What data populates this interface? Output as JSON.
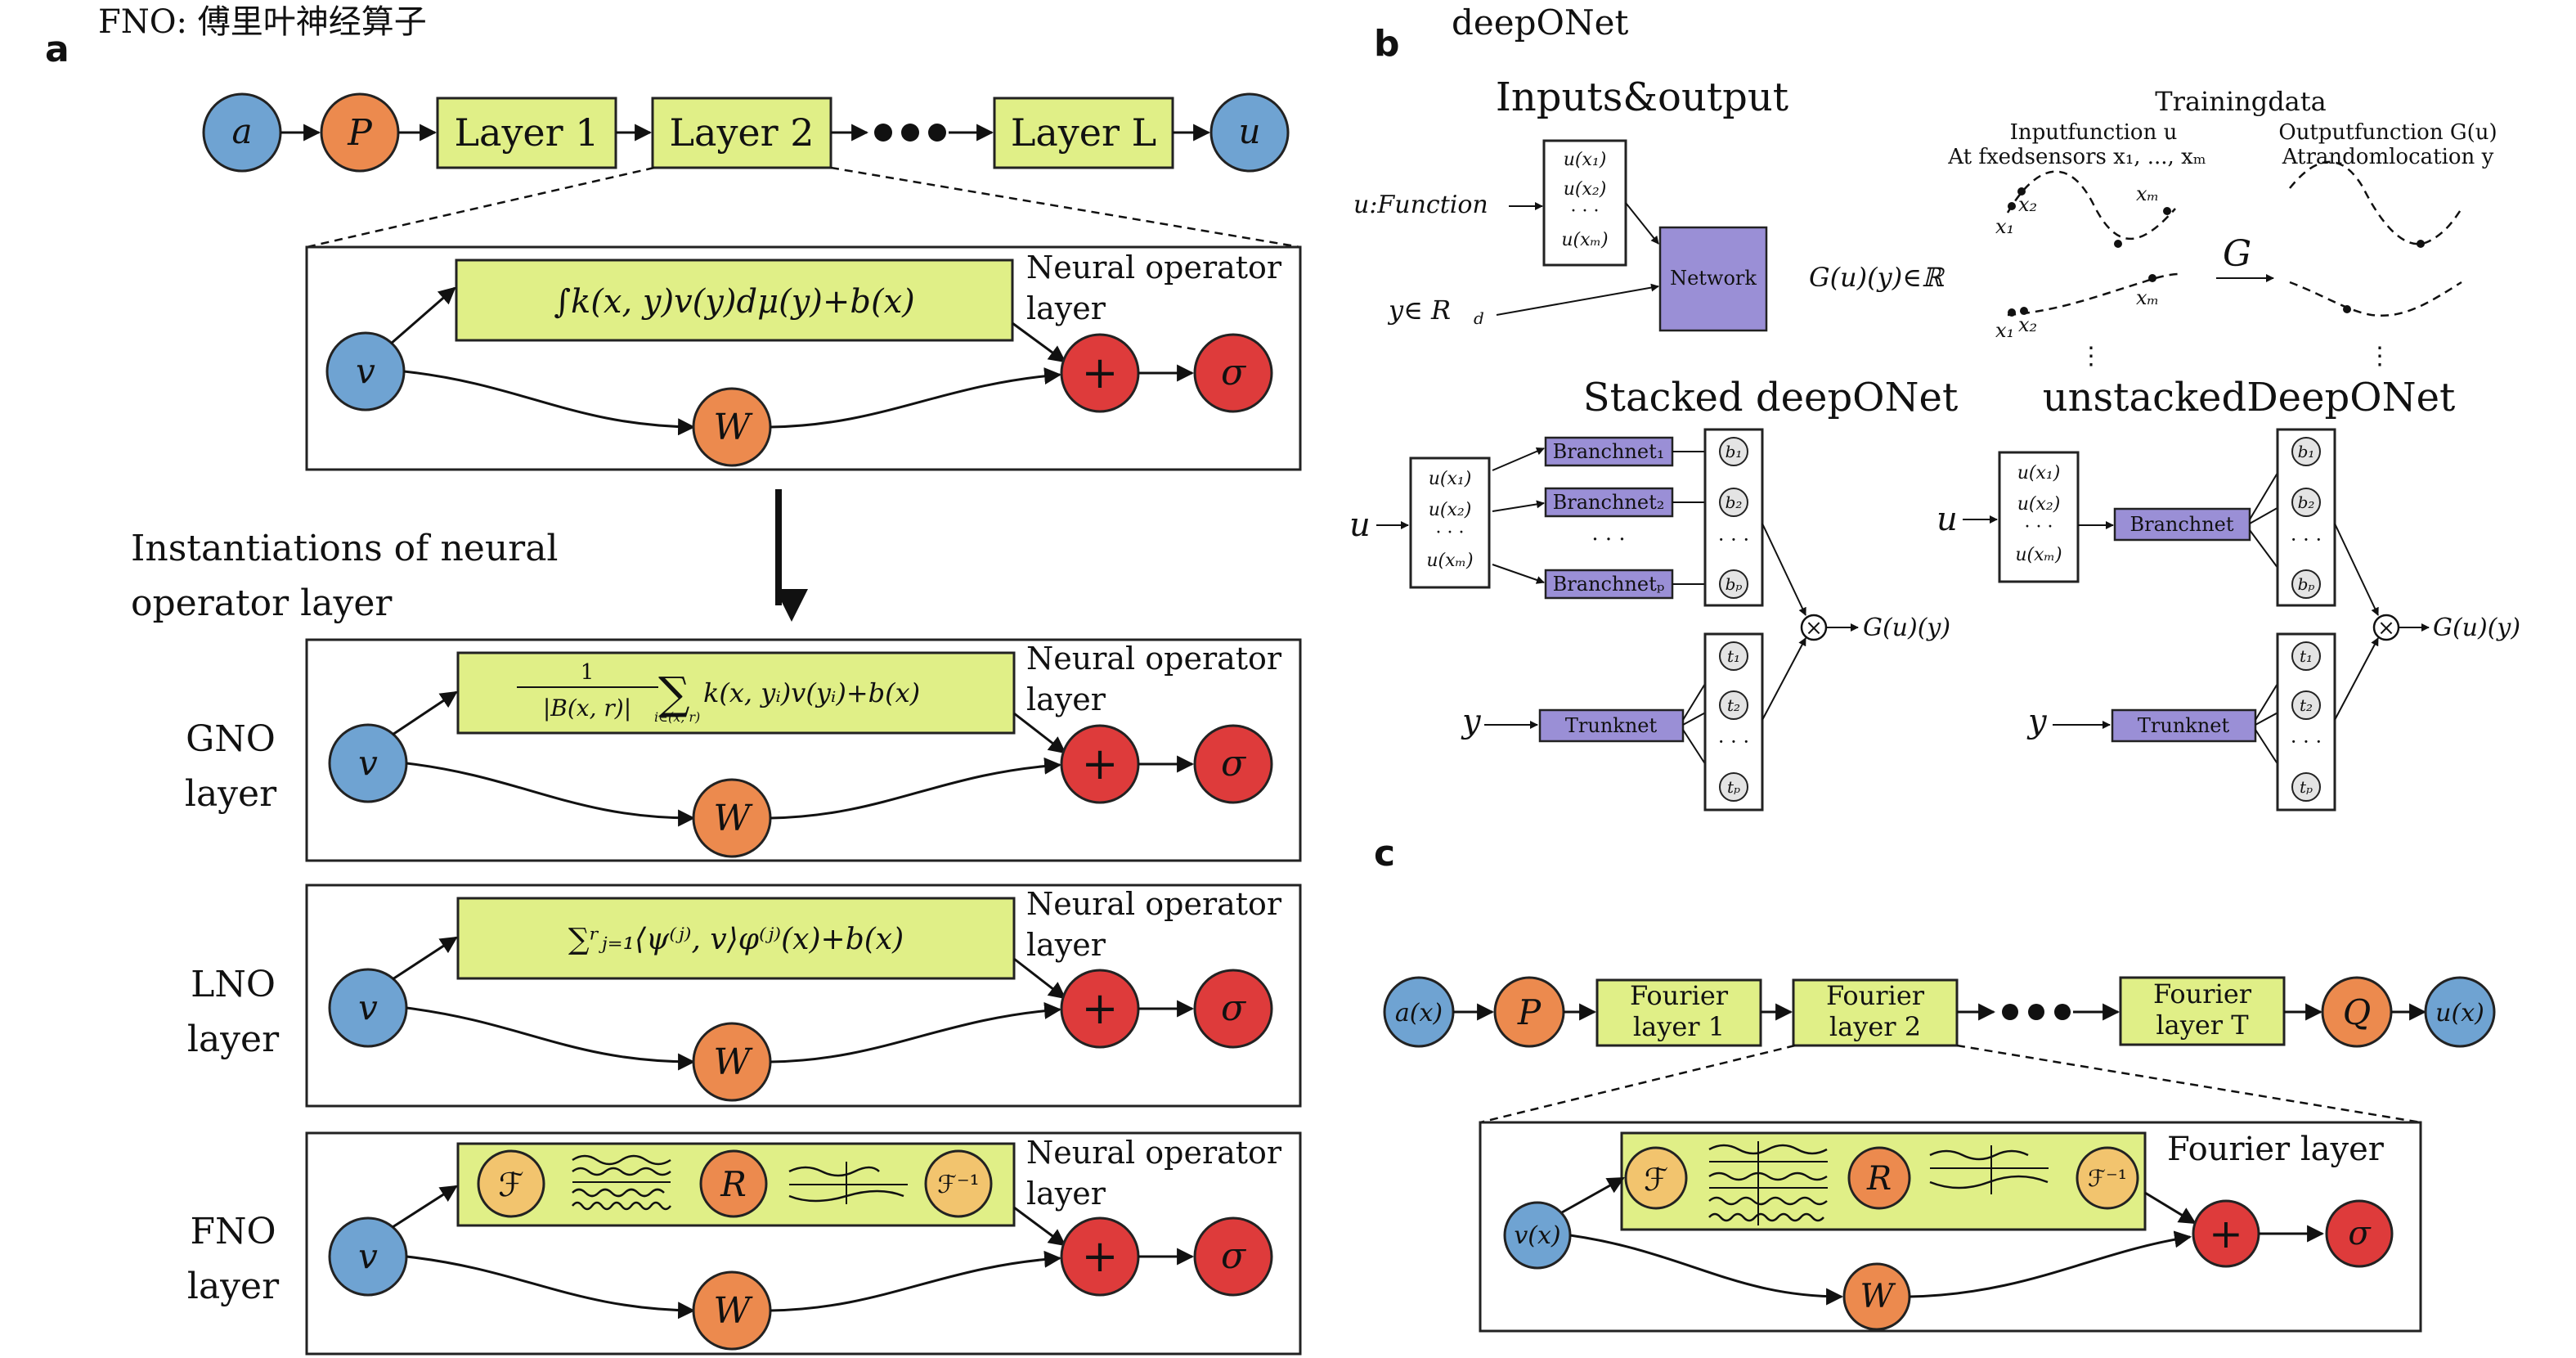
{
  "panel_a": {
    "letter": "a",
    "title": "FNO: 傅里叶神经算子",
    "chain": [
      "a",
      "P",
      "Layer 1",
      "Layer 2",
      "•••",
      "Layer L",
      "u"
    ],
    "top_layer": {
      "formula": "∫k(x, y)v(y)dμ(y)+b(x)",
      "label_line1": "Neural operator",
      "label_line2": "layer",
      "v": "v",
      "w": "W",
      "plus": "+",
      "sigma": "σ"
    },
    "instantiations_line1": "Instantiations of neural",
    "instantiations_line2": "operator layer",
    "gno": {
      "name_line1": "GNO",
      "name_line2": "layer",
      "frac_num": "1",
      "frac_den": "|B(x, r)|",
      "sum_sub": "i∈(x, r)",
      "formula_rest": "k(x, yᵢ)v(yᵢ)+b(x)",
      "label_line1": "Neural operator",
      "label_line2": "layer"
    },
    "lno": {
      "name_line1": "LNO",
      "name_line2": "layer",
      "formula": "∑ʳⱼ₌₁⟨ψ⁽ʲ⁾, v⟩φ⁽ʲ⁾(x)+b(x)",
      "label_line1": "Neural operator",
      "label_line2": "layer"
    },
    "fno": {
      "name_line1": "FNO",
      "name_line2": "layer",
      "f": "ℱ",
      "r": "R",
      "finv": "ℱ⁻¹",
      "label_line1": "Neural operator",
      "label_line2": "layer"
    }
  },
  "panel_b": {
    "letter": "b",
    "title": "deepONet",
    "io_title": "Inputs&output",
    "u_function": "u:Function",
    "y_in": "y∈ R",
    "y_sub": "d",
    "sensors": [
      "u(x₁)",
      "u(x₂)",
      "· · ·",
      "u(xₘ)"
    ],
    "network": "Network",
    "g_output": "G(u)(y)∈ℝ",
    "training_title": "Trainingdata",
    "input_function": "Inputfunction u",
    "at_sensors": "At fxedsensors x₁, ..., xₘ",
    "output_function": "Outputfunction G(u)",
    "random_location": "Atrandomlocation y",
    "g_op": "G",
    "x1": "x₁",
    "x2": "x₂",
    "xm": "xₘ",
    "dots_v": "⋮",
    "stacked_title": "Stacked deepONet",
    "unstacked_title": "unstackedDeepONet",
    "u": "u",
    "y": "y",
    "branch_stack": [
      "Branchnet₁",
      "Branchnet₂",
      "· · ·",
      "Branchnetₚ"
    ],
    "branch_single": "Branchnet",
    "trunk": "Trunknet",
    "b_nodes": [
      "b₁",
      "b₂",
      "· · ·",
      "bₚ"
    ],
    "t_nodes": [
      "t₁",
      "t₂",
      "· · ·",
      "tₚ"
    ],
    "times": "×",
    "g_uy": "G(u)(y)"
  },
  "panel_c": {
    "letter": "c",
    "chain": [
      "a(x)",
      "P",
      "Fourier layer 1",
      "Fourier layer 2",
      "•••",
      "Fourier layer T",
      "Q",
      "u(x)"
    ],
    "fourier_label": "Fourier layer",
    "v": "v(x)",
    "f": "ℱ",
    "r": "R",
    "finv": "ℱ⁻¹",
    "w": "W",
    "plus": "+",
    "sigma": "σ"
  },
  "colors": {
    "blue": "#6fa3d2",
    "orange": "#ec8a4e",
    "red": "#de3b3b",
    "light_orange": "#f2c46e",
    "yellow_green": "#e0ef87",
    "purple": "#9a8fd6"
  }
}
